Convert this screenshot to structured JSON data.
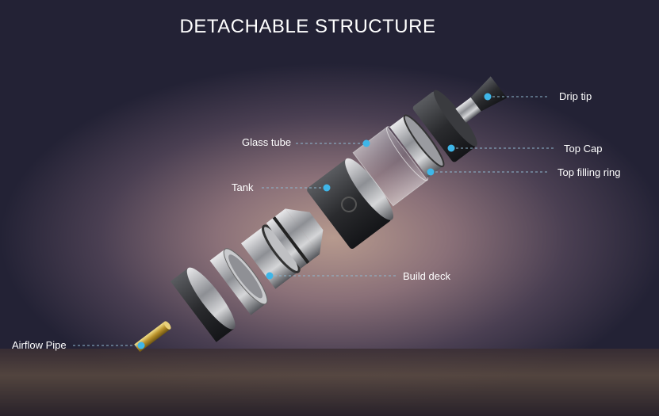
{
  "title": "DETACHABLE STRUCTURE",
  "labels": {
    "drip_tip": "Drip tip",
    "top_cap": "Top Cap",
    "top_filling_ring": "Top filling ring",
    "glass_tube": "Glass tube",
    "tank": "Tank",
    "build_deck": "Build deck",
    "airflow_pipe": "Airflow Pipe"
  },
  "colors": {
    "dot": "#3fb6e8",
    "line": "#8fb8d0"
  }
}
